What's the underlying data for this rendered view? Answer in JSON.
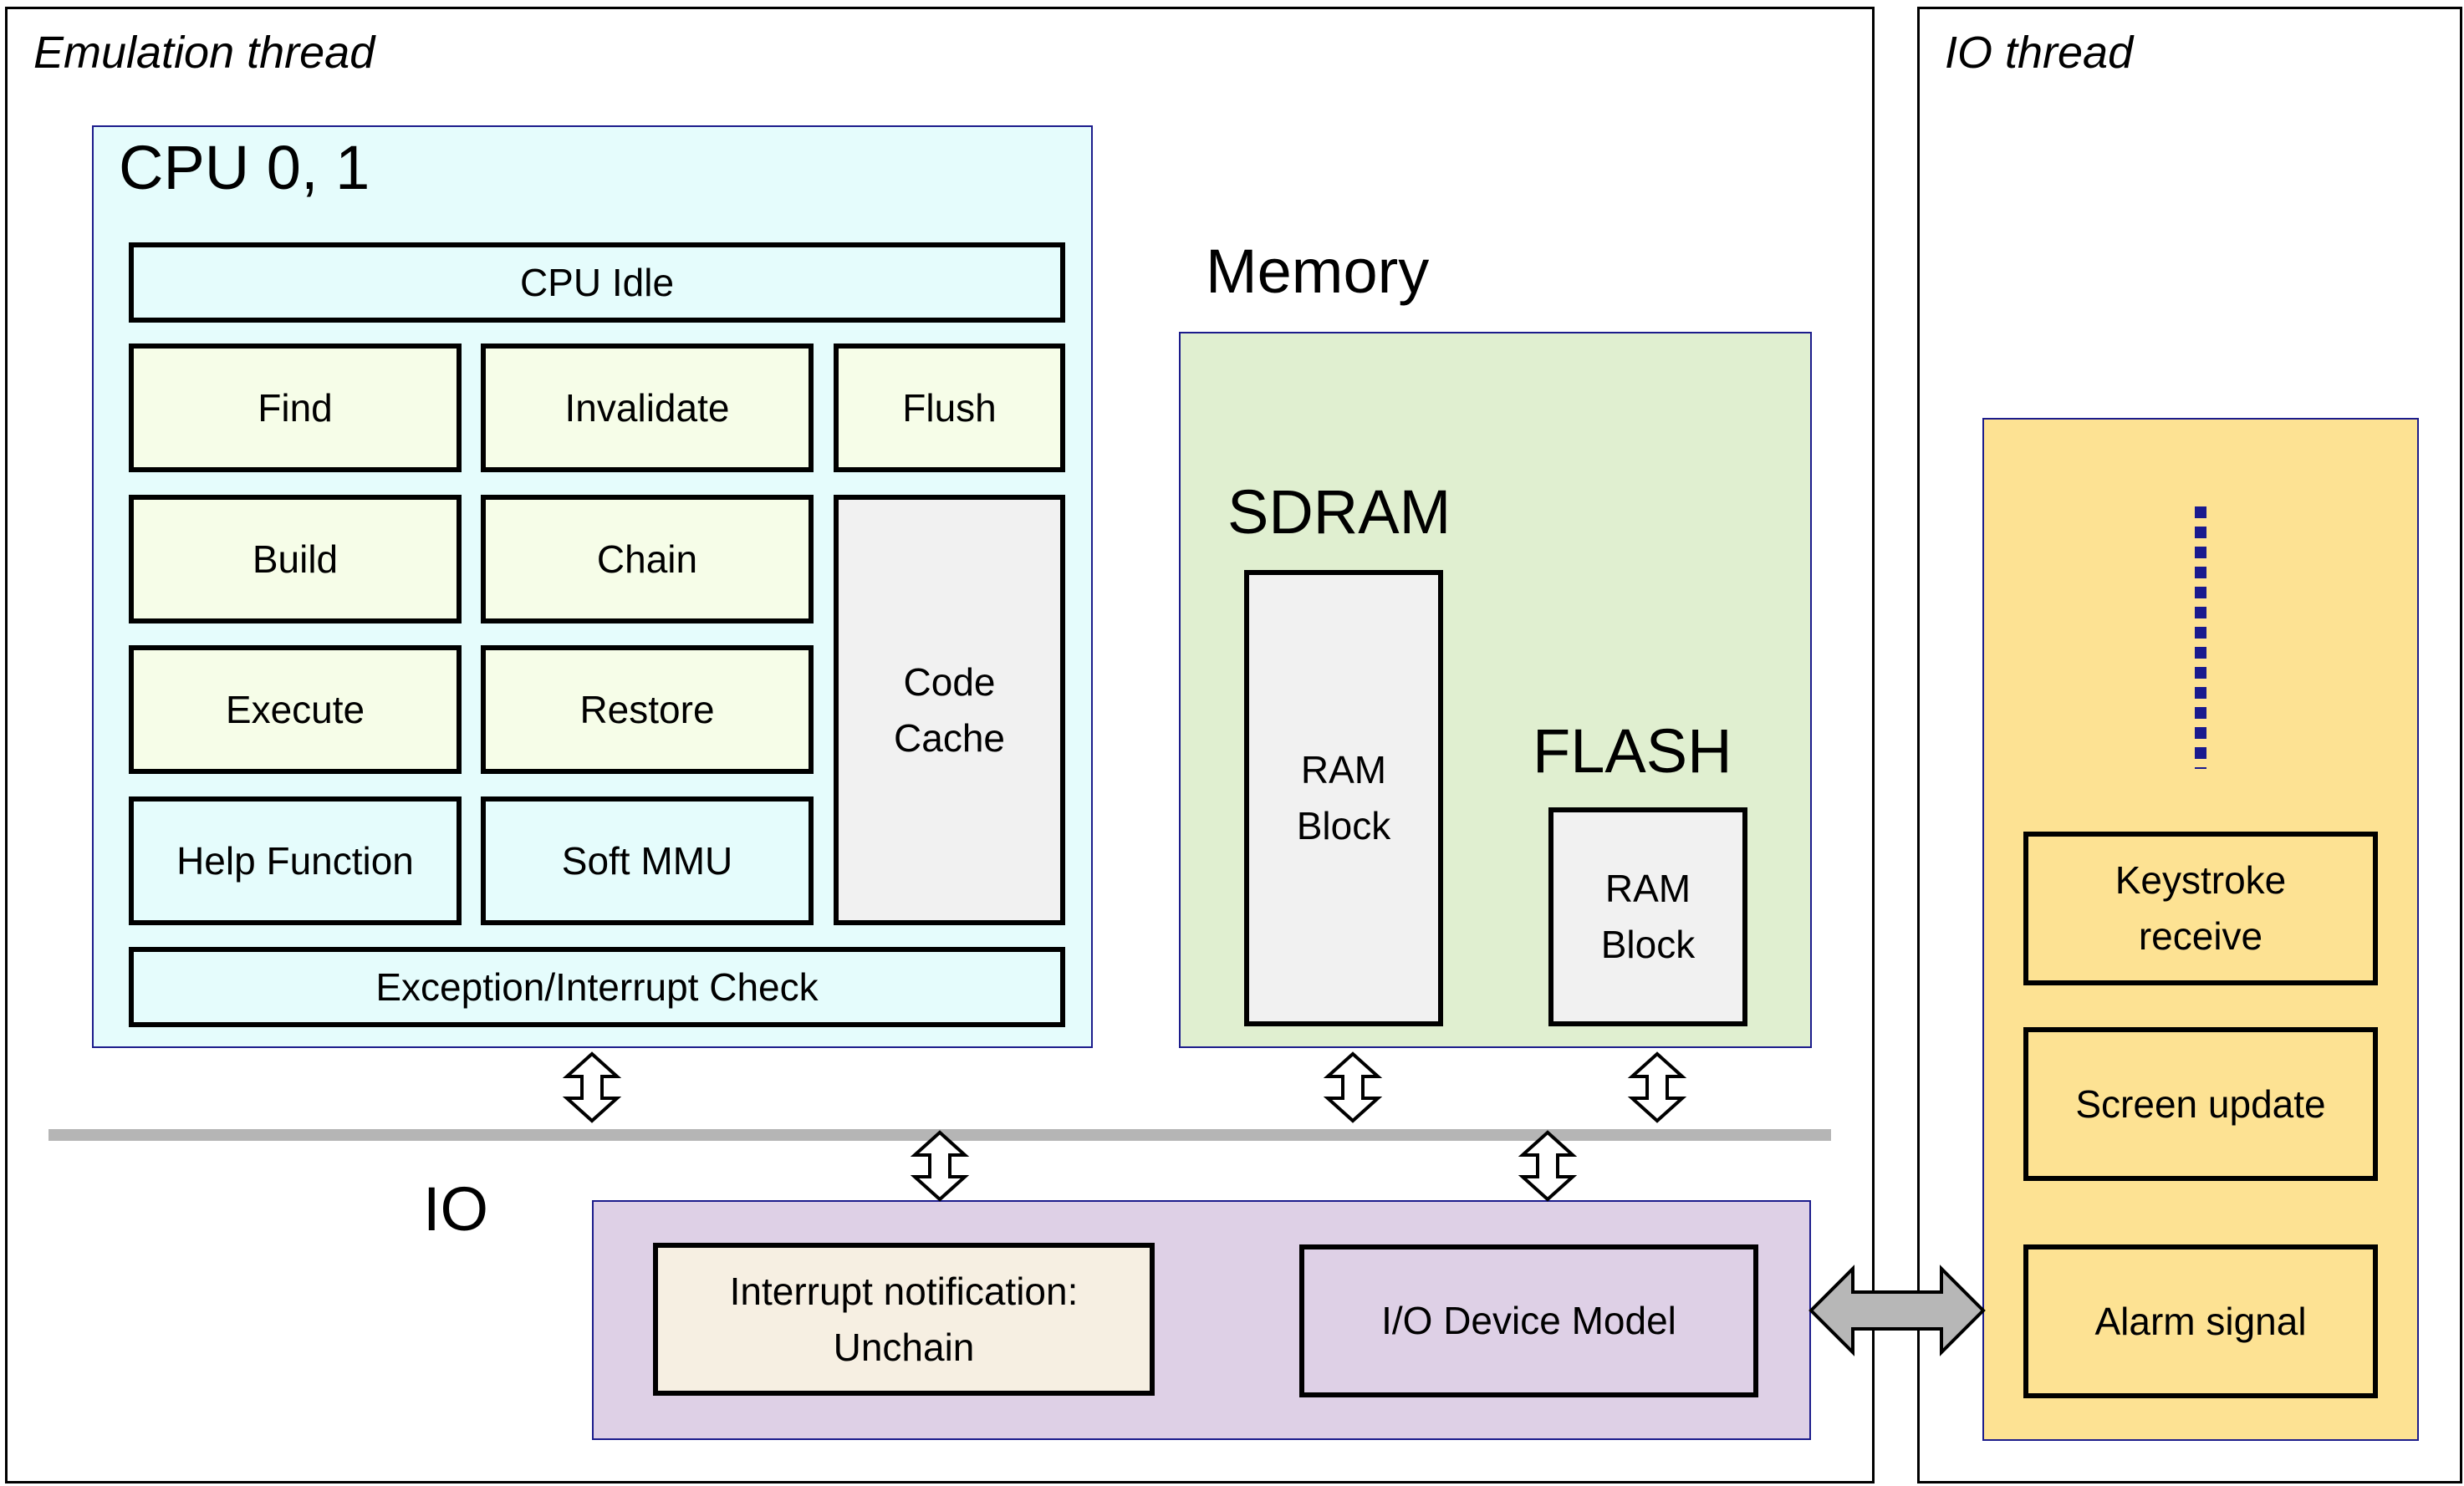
{
  "emulation_thread": {
    "title": "Emulation thread",
    "cpu": {
      "title": "CPU 0, 1",
      "idle": "CPU Idle",
      "blocks": {
        "find": "Find",
        "invalidate": "Invalidate",
        "flush": "Flush",
        "build": "Build",
        "chain": "Chain",
        "code_cache": "Code\nCache",
        "execute": "Execute",
        "restore": "Restore",
        "help_function": "Help Function",
        "soft_mmu": "Soft MMU"
      },
      "exception_check": "Exception/Interrupt Check"
    },
    "memory": {
      "title": "Memory",
      "sdram": {
        "title": "SDRAM",
        "block": "RAM\nBlock"
      },
      "flash": {
        "title": "FLASH",
        "block": "RAM\nBlock"
      }
    },
    "io": {
      "title": "IO",
      "interrupt": "Interrupt notification:\nUnchain",
      "device_model": "I/O Device Model"
    }
  },
  "io_thread": {
    "title": "IO thread",
    "tasks": [
      "Keystroke\nreceive",
      "Screen update",
      "Alarm signal"
    ]
  },
  "colors": {
    "cpu_panel": "#e5fcfc",
    "cpu_blocks": "#f6fde8",
    "memory_panel": "#e0efd0",
    "io_panel": "#ded0e6",
    "io_thread_panel": "#fde293",
    "bus": "#b5b5b5",
    "panel_border": "#1c1c8c",
    "dots": "#1a1a8e"
  }
}
